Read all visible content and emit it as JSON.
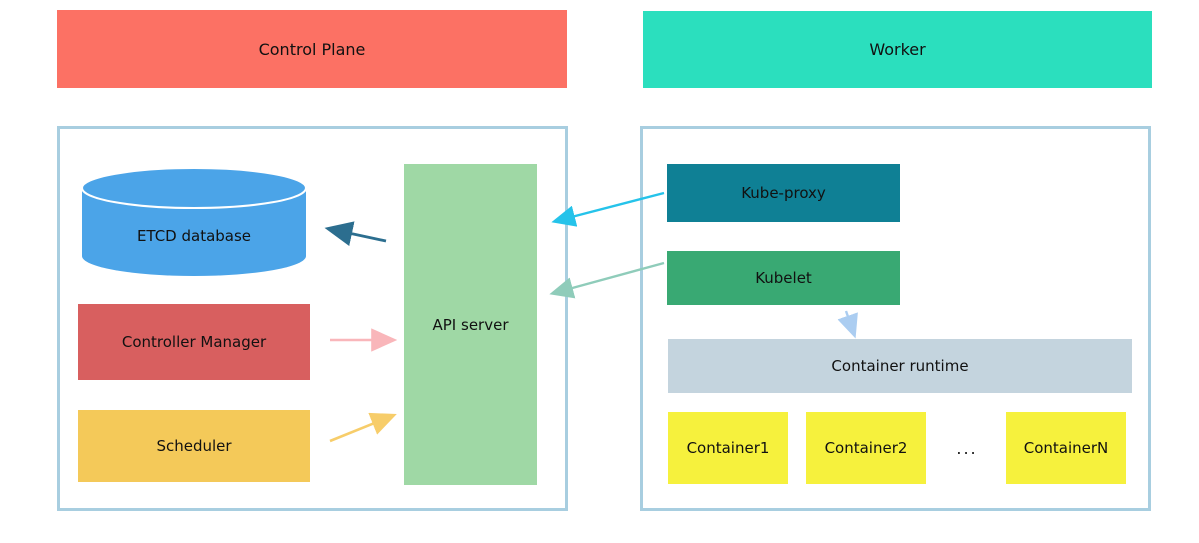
{
  "diagram": {
    "title_banners": {
      "control_plane": "Control Plane",
      "worker": "Worker"
    },
    "control_plane": {
      "etcd": "ETCD database",
      "controller_manager": "Controller Manager",
      "scheduler": "Scheduler",
      "api_server": "API server"
    },
    "worker": {
      "kube_proxy": "Kube-proxy",
      "kubelet": "Kubelet",
      "container_runtime": "Container runtime",
      "containers": [
        "Container1",
        "Container2",
        "ContainerN"
      ],
      "ellipsis": "..."
    },
    "edges": [
      {
        "from": "api-server",
        "to": "etcd-database",
        "color": "#2c6e8f"
      },
      {
        "from": "controller-manager",
        "to": "api-server",
        "color": "#f9b6ba"
      },
      {
        "from": "scheduler",
        "to": "api-server",
        "color": "#f7cd6a"
      },
      {
        "from": "kube-proxy",
        "to": "api-server",
        "color": "#25c3ea"
      },
      {
        "from": "kubelet",
        "to": "api-server",
        "color": "#8fccba"
      },
      {
        "from": "kubelet",
        "to": "container-runtime",
        "color": "#abcdf1"
      }
    ],
    "colors": {
      "banner_control_plane": "#fc7164",
      "banner_worker": "#2bdfbe",
      "panel_border": "#a8cee0",
      "etcd_blue": "#4ba4e8",
      "controller_manager_red": "#d85f5f",
      "scheduler_yellow": "#f4c959",
      "api_server_green": "#9fd8a5",
      "kube_proxy_teal": "#0f8095",
      "kubelet_green": "#39a973",
      "container_runtime_gray": "#c4d4de",
      "container_yellow": "#f6f13d"
    }
  }
}
